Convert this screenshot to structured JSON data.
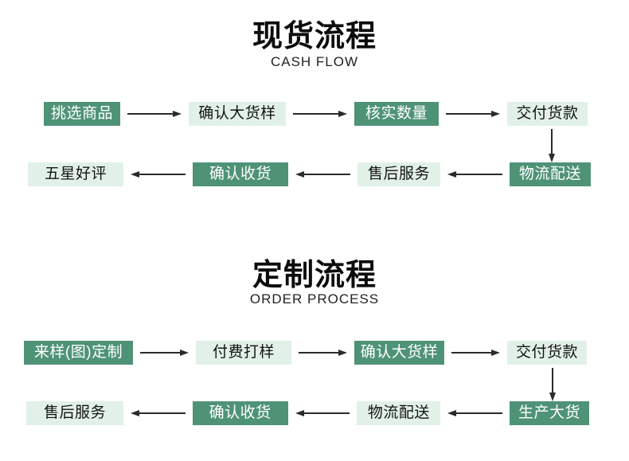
{
  "colors": {
    "dark_green": "#4f9377",
    "light_green": "#e1f1e8",
    "arrow": "#2b2b2b",
    "title": "#0c0c0c"
  },
  "charts": [
    {
      "title": "现货流程",
      "subtitle": "CASH FLOW",
      "row1": {
        "direction": "right",
        "steps": [
          {
            "label": "挑选商品",
            "variant": "dark"
          },
          {
            "label": "确认大货样",
            "variant": "light"
          },
          {
            "label": "核实数量",
            "variant": "dark"
          },
          {
            "label": "交付货款",
            "variant": "light"
          }
        ]
      },
      "connector": "down-arrow from 交付货款 to 物流配送",
      "row2": {
        "direction": "left",
        "steps": [
          {
            "label": "五星好评",
            "variant": "light"
          },
          {
            "label": "确认收货",
            "variant": "dark"
          },
          {
            "label": "售后服务",
            "variant": "light"
          },
          {
            "label": "物流配送",
            "variant": "dark"
          }
        ]
      }
    },
    {
      "title": "定制流程",
      "subtitle": "ORDER PROCESS",
      "row1": {
        "direction": "right",
        "steps": [
          {
            "label": "来样(图)定制",
            "variant": "dark"
          },
          {
            "label": "付费打样",
            "variant": "light"
          },
          {
            "label": "确认大货样",
            "variant": "dark"
          },
          {
            "label": "交付货款",
            "variant": "light"
          }
        ]
      },
      "connector": "down-arrow from 交付货款 to 生产大货",
      "row2": {
        "direction": "left",
        "steps": [
          {
            "label": "售后服务",
            "variant": "light"
          },
          {
            "label": "确认收货",
            "variant": "dark"
          },
          {
            "label": "物流配送",
            "variant": "light"
          },
          {
            "label": "生产大货",
            "variant": "dark"
          }
        ]
      }
    }
  ]
}
